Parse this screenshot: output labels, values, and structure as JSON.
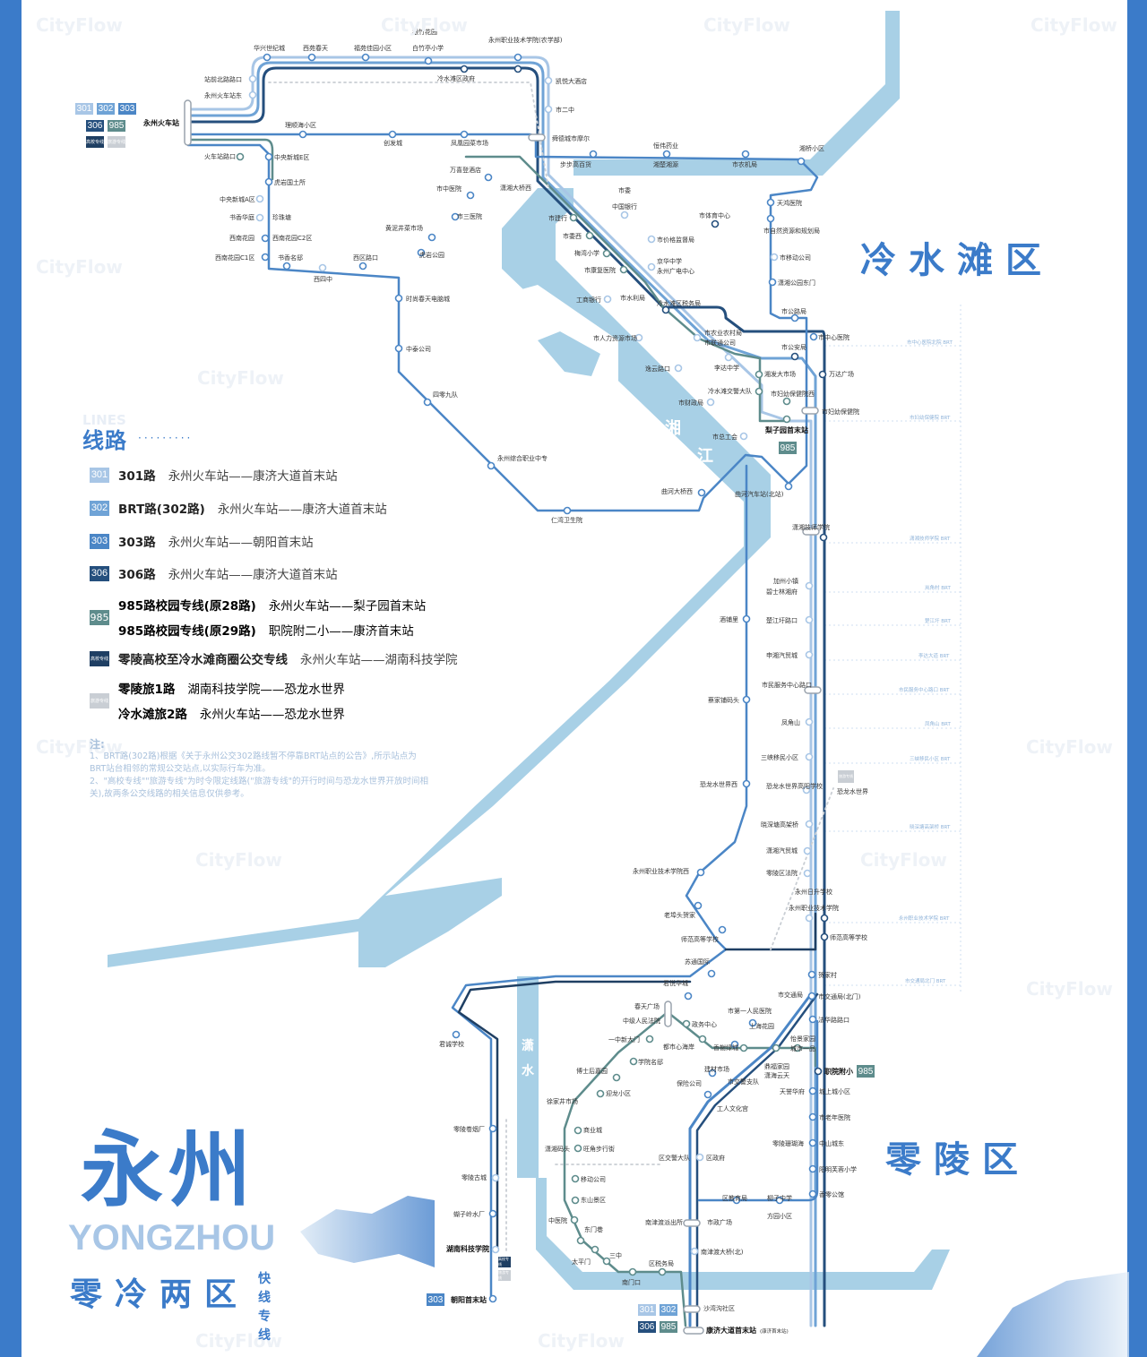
{
  "colors": {
    "frame": "#3b7bc9",
    "river": "#a8d0e6",
    "line_301": "#a8c6e6",
    "line_302": "#6fa3d6",
    "line_303": "#4b86c6",
    "line_306": "#254f7d",
    "line_985": "#5e8c8c",
    "line_campus": "#1f3f63",
    "line_tour": "#c9ced4"
  },
  "watermark": "CityFlow",
  "origin_badges": [
    "301",
    "302",
    "303",
    "306",
    "985",
    "高校专线",
    "旅游专线"
  ],
  "terminal_badges_south": [
    "301",
    "302",
    "306",
    "985"
  ],
  "legend": {
    "title_en": "LINES",
    "title": "线路",
    "dots": "·········",
    "rows": [
      {
        "tag": "301",
        "name": "301路",
        "route": "永州火车站——康济大道首末站"
      },
      {
        "tag": "302",
        "name": "BRT路(302路)",
        "route": "永州火车站——康济大道首末站"
      },
      {
        "tag": "303",
        "name": "303路",
        "route": "永州火车站——朝阳首末站"
      },
      {
        "tag": "306",
        "name": "306路",
        "route": "永州火车站——康济大道首末站"
      }
    ],
    "row_985": {
      "tag": "985",
      "lines": [
        {
          "name": "985路校园专线(原28路)",
          "route": "永州火车站——梨子园首末站"
        },
        {
          "name": "985路校园专线(原29路)",
          "route": "职院附二小——康济首末站"
        }
      ]
    },
    "row_campus": {
      "tag": "高校专线",
      "name": "零陵高校至冷水滩商圈公交专线",
      "route": "永州火车站——湖南科技学院"
    },
    "row_tour": {
      "tag": "旅游专线",
      "lines": [
        {
          "name": "零陵旅1路",
          "route": "湖南科技学院——恐龙水世界"
        },
        {
          "name": "冷水滩旅2路",
          "route": "永州火车站——恐龙水世界"
        }
      ]
    }
  },
  "notes": {
    "title": "注:",
    "items": [
      "1、BRT路(302路)根据《关于永州公交302路线暂不停靠BRT站点的公告》,所示站点为BRT站台相邻的常规公交站点,以实际行车为准。",
      "2、\"高校专线\"\"旅游专线\"为时令限定线路(\"旅游专线\"的开行时间与恐龙水世界开放时间相关),故两条公交线路的相关信息仅供参考。"
    ]
  },
  "districts": {
    "north": "冷水滩区",
    "south": "零陵区"
  },
  "rivers": {
    "xiang": [
      "湘",
      "江"
    ],
    "xiao": [
      "潇",
      "水"
    ]
  },
  "brand": {
    "cn": "永州",
    "en": "YONGZHOU",
    "sub": "零冷两区",
    "tag1": "快线",
    "tag2": "专线"
  },
  "terminals": {
    "origin": "永州火车站",
    "lizi": "梨子园首末站",
    "chaoyang": "朝阳首末站",
    "kangji": "康济大道首末站",
    "kangji_note": "(康济首末站)",
    "zhiyuan": "职院附小"
  },
  "stations": {
    "north_loop": [
      "华兴世纪城",
      "西苑春天",
      "福苑佳园小区",
      "银竹花园",
      "白竹亭小学",
      "永州职业技术学院(农学部)",
      "冷水滩区政府",
      "凯悦大酒店",
      "市二中",
      "舜德城市摩尔",
      "站前北路路口",
      "永州火车站东"
    ],
    "mid_line": [
      "理顺海小区",
      "创发城",
      "凤凰园菜市场",
      "步步高百货",
      "恒伟药业",
      "湘楚湘源",
      "市农机局",
      "湘桥小区",
      "天鸿医院"
    ],
    "west_loop": [
      "火车站路口",
      "中央新城E区",
      "虎岩国土所",
      "中央新城A区",
      "书香华庭",
      "珍珠塘",
      "西南花园",
      "西南花园C2区",
      "西南花园C1区",
      "书香名邸",
      "西区路口",
      "西四中"
    ],
    "line_303_north": [
      "万喜登酒店",
      "市中医院",
      "潇湘大桥西",
      "市三医院",
      "黄泥井菜市场",
      "虎岩公园",
      "时尚春天电脑城",
      "中泰公司",
      "四零九队",
      "永州综合职业中专",
      "仁湾卫生院",
      "曲河大桥西",
      "曲河汽车站(北站)"
    ],
    "center": [
      "市委",
      "中国银行",
      "市建行",
      "市委西",
      "梅湾小学",
      "市康复医院",
      "市体育中心",
      "市价格监督局",
      "京华中学",
      "永州广电中心",
      "工商银行",
      "市水利局",
      "冷水滩区税务局",
      "市自然资源和规划局",
      "市移动公司",
      "潇湘公园东门",
      "市公路局",
      "市中心医院",
      "市农业农村局",
      "市联通公司",
      "市公安局",
      "市人力资源市场",
      "李达中学",
      "湘发大市场",
      "万达广场",
      "逸云路口",
      "冷水滩交警大队",
      "市妇幼保健院西",
      "市妇幼保健院",
      "市财政局",
      "市总工会",
      "潇湘技师学院"
    ],
    "brt_corridor": [
      "加州小镇",
      "碧士林湘府",
      "楚江圩路口",
      "申湘汽贸城",
      "市民服务中心路口",
      "凤角山",
      "三峡移民小区",
      "恐龙水世界高阳学校",
      "晓深塘高架桥",
      "潇湘汽贸城",
      "零陵区法院",
      "永州日升学校",
      "永州职业技术学院",
      "师范高等学校",
      "贺家村",
      "市交通局",
      "市交通局(北门)",
      "法华路路口"
    ],
    "west_branch": [
      "酒铺里",
      "蔡家铺码头",
      "恐龙水世界西",
      "永州职业技术学院西",
      "老埠头贺家",
      "师范高等学校",
      "苏通国际",
      "君悦华城",
      "恐龙水世界"
    ],
    "lingling": [
      "春天广场",
      "中级人民法院",
      "一中新大门",
      "学院名邸",
      "博士后嘉园",
      "迎龙小区",
      "徐家井市场",
      "商业城",
      "潇湘码头",
      "旺角步行街",
      "移动公司",
      "东山景区",
      "中医院",
      "东门巷",
      "太平门",
      "三中",
      "南门口",
      "区税务局",
      "政务中心",
      "都市心海岸",
      "香榭绿城",
      "建材市场",
      "市交警支队",
      "保险公司",
      "工人文化宫",
      "市第一人民医院",
      "上海花园",
      "怡景家园",
      "城市一品",
      "鼎福家园",
      "潇海云天",
      "天誉华府",
      "城上城小区",
      "市老年医院",
      "零陵珊瑚海",
      "中山城东",
      "阳明芙蓉小学",
      "香零公馆",
      "区交警大队",
      "区政府",
      "区教育局",
      "柳子中学",
      "方园小区",
      "南津渡派出所",
      "市政广场",
      "南津渡大桥(北)",
      "沙湾沟社区"
    ],
    "line_303_south": [
      "君诚学校",
      "零陵卷烟厂",
      "零陵古城",
      "蝴子岭水厂",
      "湖南科技学院"
    ]
  },
  "brt_labels": [
    "市中心医院北院 BRT",
    "市妇幼保健院 BRT",
    "潇湘技师学院 BRT",
    "岚角村 BRT",
    "楚江圩 BRT",
    "李达大道 BRT",
    "市民服务中心路口 BRT",
    "凤角山 BRT",
    "三峡移民小区 BRT",
    "晓深塘高架桥 BRT",
    "永州职业技术学院 BRT",
    "市交通局北门 BRT"
  ]
}
